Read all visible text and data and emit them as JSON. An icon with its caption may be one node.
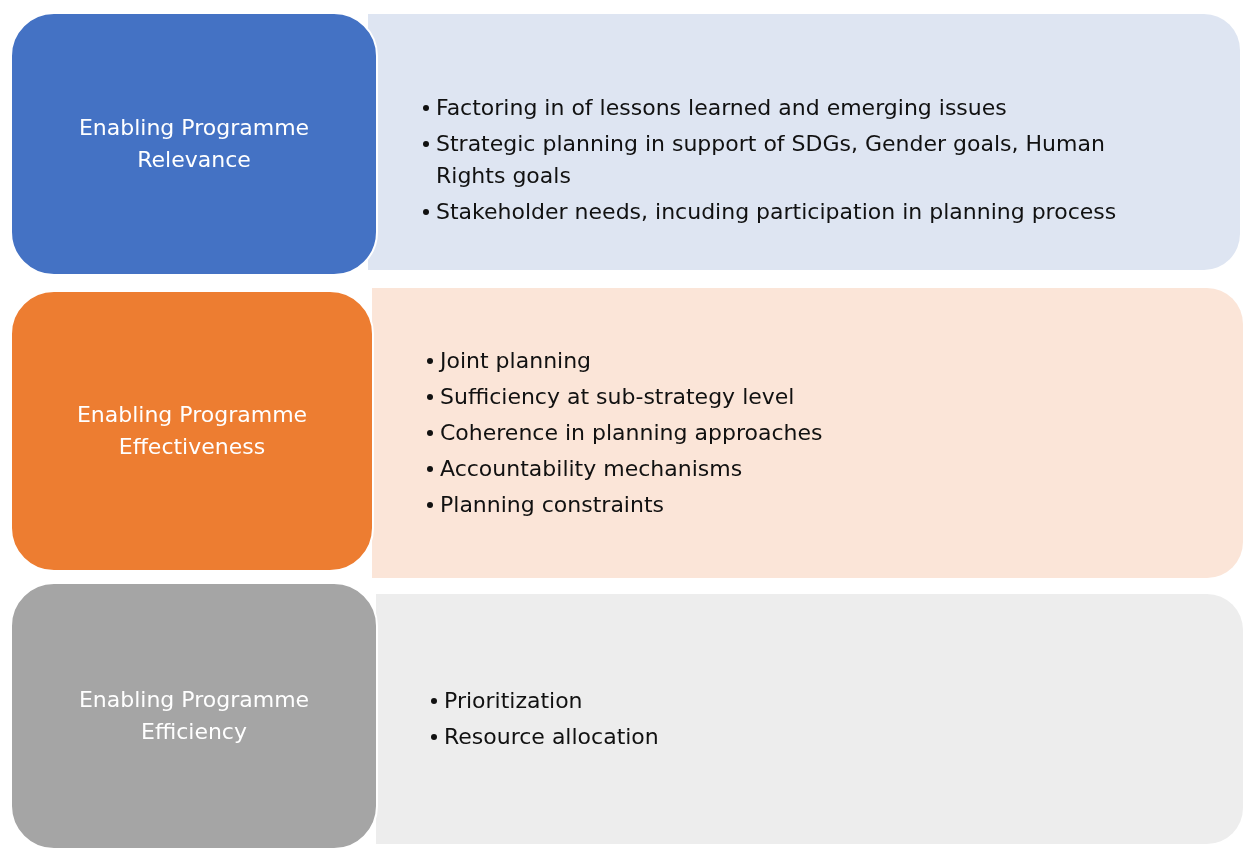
{
  "diagram": {
    "nodes": [
      {
        "text": [
          "Enabling Programme Relevance"
        ]
      },
      {
        "text": [
          "Factoring in of lessons learned and emerging issues",
          "Strategic planning in support of SDGs, Gender goals, Human Rights goals",
          "Stakeholder needs, incuding participation in planning process"
        ]
      },
      {
        "text": [
          "Enabling Programme Effectiveness"
        ]
      },
      {
        "text": [
          "Joint planning",
          "Sufficiency at sub-strategy level",
          "Coherence in planning approaches",
          "Accountability mechanisms",
          "Planning constraints"
        ]
      },
      {
        "text": [
          "Enabling Programme Efficiency"
        ]
      },
      {
        "text": [
          "Prioritization",
          "Resource allocation"
        ]
      }
    ]
  }
}
